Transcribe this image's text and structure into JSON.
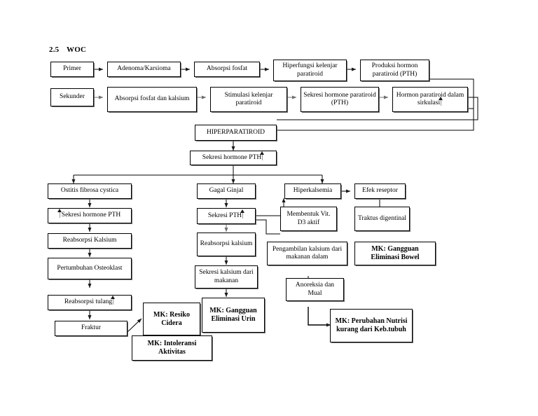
{
  "document": {
    "section_number": "2.5",
    "section_title": "WOC",
    "type": "flowchart",
    "subject": "Hiperparatiroid pathophysiology web of causation"
  },
  "nodes": {
    "primer": "Primer",
    "adenoma": "Adenoma/Karsioma",
    "absorpsi_fosfat": "Absorpsi fosfat",
    "hiperfungsi": "Hiperfungsi kelenjar paratiroid",
    "produksi_hormon": "Produksi hormon paratiroid (PTH)",
    "sekunder": "Sekunder",
    "absorpsi_fosfat_kalsium": "Absorpsi fosfat dan kalsium",
    "stimulasi": "Stimulasi kelenjar paratiroid",
    "sekresi_hormone_paratiroid": "Sekresi hormone paratiroid (PTH)",
    "hormon_sirkulasi": "Hormon paratiroid dalam sirkulasi",
    "hiperparatiroid": "HIPERPARATIROID",
    "sekresi_hormone_pth": "Sekresi hormone PTH",
    "ostitis": "Ostitis fibrosa cystica",
    "sekresi_hormone_pth_2": "Sekresi hormone PTH",
    "reabsorpsi_kalsium": "Reabsorpsi Kalsium",
    "pertumbuhan_osteoklast": "Pertumbuhan Osteoklast",
    "reabsorpsi_tulang": "Reabsorpsi tulang",
    "fraktur": "Fraktur",
    "gagal_ginjal": "Gagal Ginjal",
    "sekresi_pth": "Sekresi PTH",
    "reabsorpsi_kalsium_2": "Reabsorpsi kalsium",
    "sekresi_kalsium_makanan": "Sekresi kalsium dari makanan",
    "hiperkalsemia": "Hiperkalsemia",
    "efek_reseptor": "Efek reseptor",
    "membentuk_vitd3": "Membentuk Vit. D3 aktif",
    "traktus": "Traktus digentinal",
    "pengambilan_kalsium": "Pengambilan kalsium dari makanan dalam",
    "anoreksia": "Anoreksia dan Mual",
    "mk_resiko_cidera": "MK: Resiko Cidera",
    "mk_intoleransi": "MK: Intoleransi Aktivitas",
    "mk_eliminasi_urin": "MK: Gangguan Eliminasi Urin",
    "mk_eliminasi_bowel": "MK: Gangguan Eliminasi Bowel",
    "mk_nutrisi": "MK: Perubahan Nutrisi kurang dari Keb.tubuh"
  },
  "colors": {
    "line": "#000000",
    "box_border": "#000000",
    "background": "#ffffff",
    "shadow": "#5a5a5a",
    "arrow_marker": "#1a1a1a"
  }
}
